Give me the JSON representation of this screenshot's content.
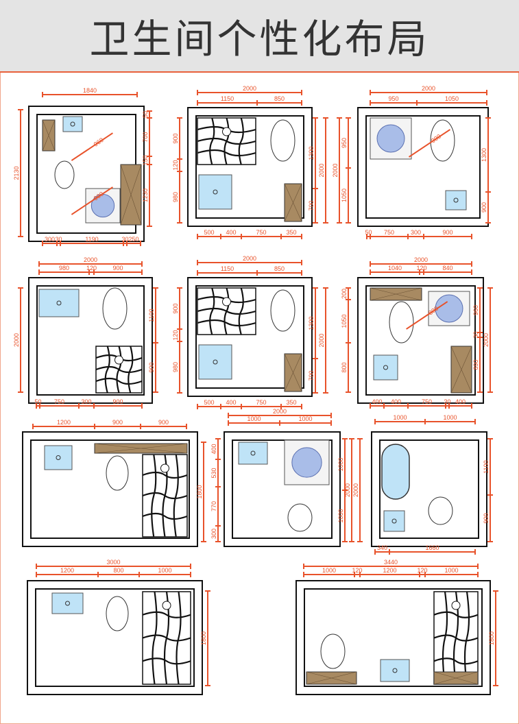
{
  "title": "卫生间个性化布局",
  "colors": {
    "dimension": "#e8522a",
    "basin": "#bfe3f7",
    "cabinet": "#a88a62",
    "title_bar": "#e4e4e4"
  },
  "plans": [
    {
      "top_total": "1840",
      "left_total": "2130",
      "right": [
        "50",
        "700",
        "150",
        "1230"
      ],
      "bottom": [
        "300",
        "30",
        "1190",
        "30",
        "250"
      ],
      "diagonal": [
        "960",
        "900"
      ]
    },
    {
      "top_total": "2000",
      "top": [
        "1150",
        "850"
      ],
      "left": [
        "900",
        "120",
        "980"
      ],
      "right": [
        "1300",
        "700"
      ],
      "right_total": "2000",
      "bottom": [
        "500",
        "400",
        "750",
        "350"
      ]
    },
    {
      "top_total": "2000",
      "top": [
        "950",
        "1050"
      ],
      "left": [
        "950",
        "1050"
      ],
      "left_total": "2000",
      "right": [
        "1300",
        "900"
      ],
      "bottom": [
        "50",
        "750",
        "300",
        "900"
      ],
      "diagonal": [
        "900"
      ]
    },
    {
      "top_total": "2000",
      "top": [
        "980",
        "120",
        "900"
      ],
      "left_total": "2000",
      "right": [
        "1100",
        "900"
      ],
      "bottom": [
        "50",
        "750",
        "300",
        "900"
      ]
    },
    {
      "top_total": "2000",
      "top": [
        "1150",
        "850"
      ],
      "left": [
        "900",
        "120",
        "980"
      ],
      "right": [
        "1300",
        "700"
      ],
      "right_total": "2000",
      "bottom": [
        "500",
        "400",
        "750",
        "350"
      ]
    },
    {
      "top_total": "2000",
      "top": [
        "1040",
        "120",
        "840"
      ],
      "left": [
        "200",
        "1050",
        "800"
      ],
      "right": [
        "960",
        "30",
        "890"
      ],
      "right_total": "2000",
      "bottom": [
        "400",
        "400",
        "750",
        "30",
        "400"
      ],
      "diagonal": [
        "800"
      ]
    },
    {
      "top": [
        "1200",
        "900",
        "900"
      ],
      "right_total": "1800"
    },
    {
      "top_total": "2000",
      "top": [
        "1000",
        "1000"
      ],
      "left": [
        "400",
        "530",
        "770",
        "300"
      ],
      "right": [
        "1000",
        "1000"
      ],
      "right_total": "2000",
      "right_total2": "2000"
    },
    {
      "top": [
        "1000",
        "1000"
      ],
      "right": [
        "1100",
        "900"
      ],
      "bottom": [
        "340",
        "1660"
      ]
    },
    {
      "top_total": "3000",
      "top": [
        "1200",
        "800",
        "1000"
      ],
      "right_total": "1800"
    },
    {
      "top_total": "3440",
      "top": [
        "1000",
        "120",
        "1200",
        "120",
        "1000"
      ],
      "right_total": "1800"
    }
  ]
}
